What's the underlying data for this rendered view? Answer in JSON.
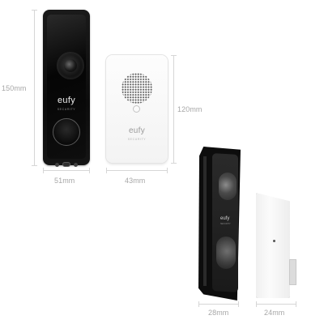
{
  "dimensions": {
    "doorbell_height": "150mm",
    "doorbell_width": "51mm",
    "chime_height": "120mm",
    "chime_width": "43mm",
    "doorbell_depth": "28mm",
    "chime_depth": "24mm"
  },
  "brand": {
    "name": "eufy",
    "subtitle": "SECURITY"
  },
  "colors": {
    "doorbell_body": "#0d0d0d",
    "chime_body": "#f7f7f7",
    "dimension_line": "#d6d6d6",
    "dimension_text": "#a7a7a7"
  }
}
